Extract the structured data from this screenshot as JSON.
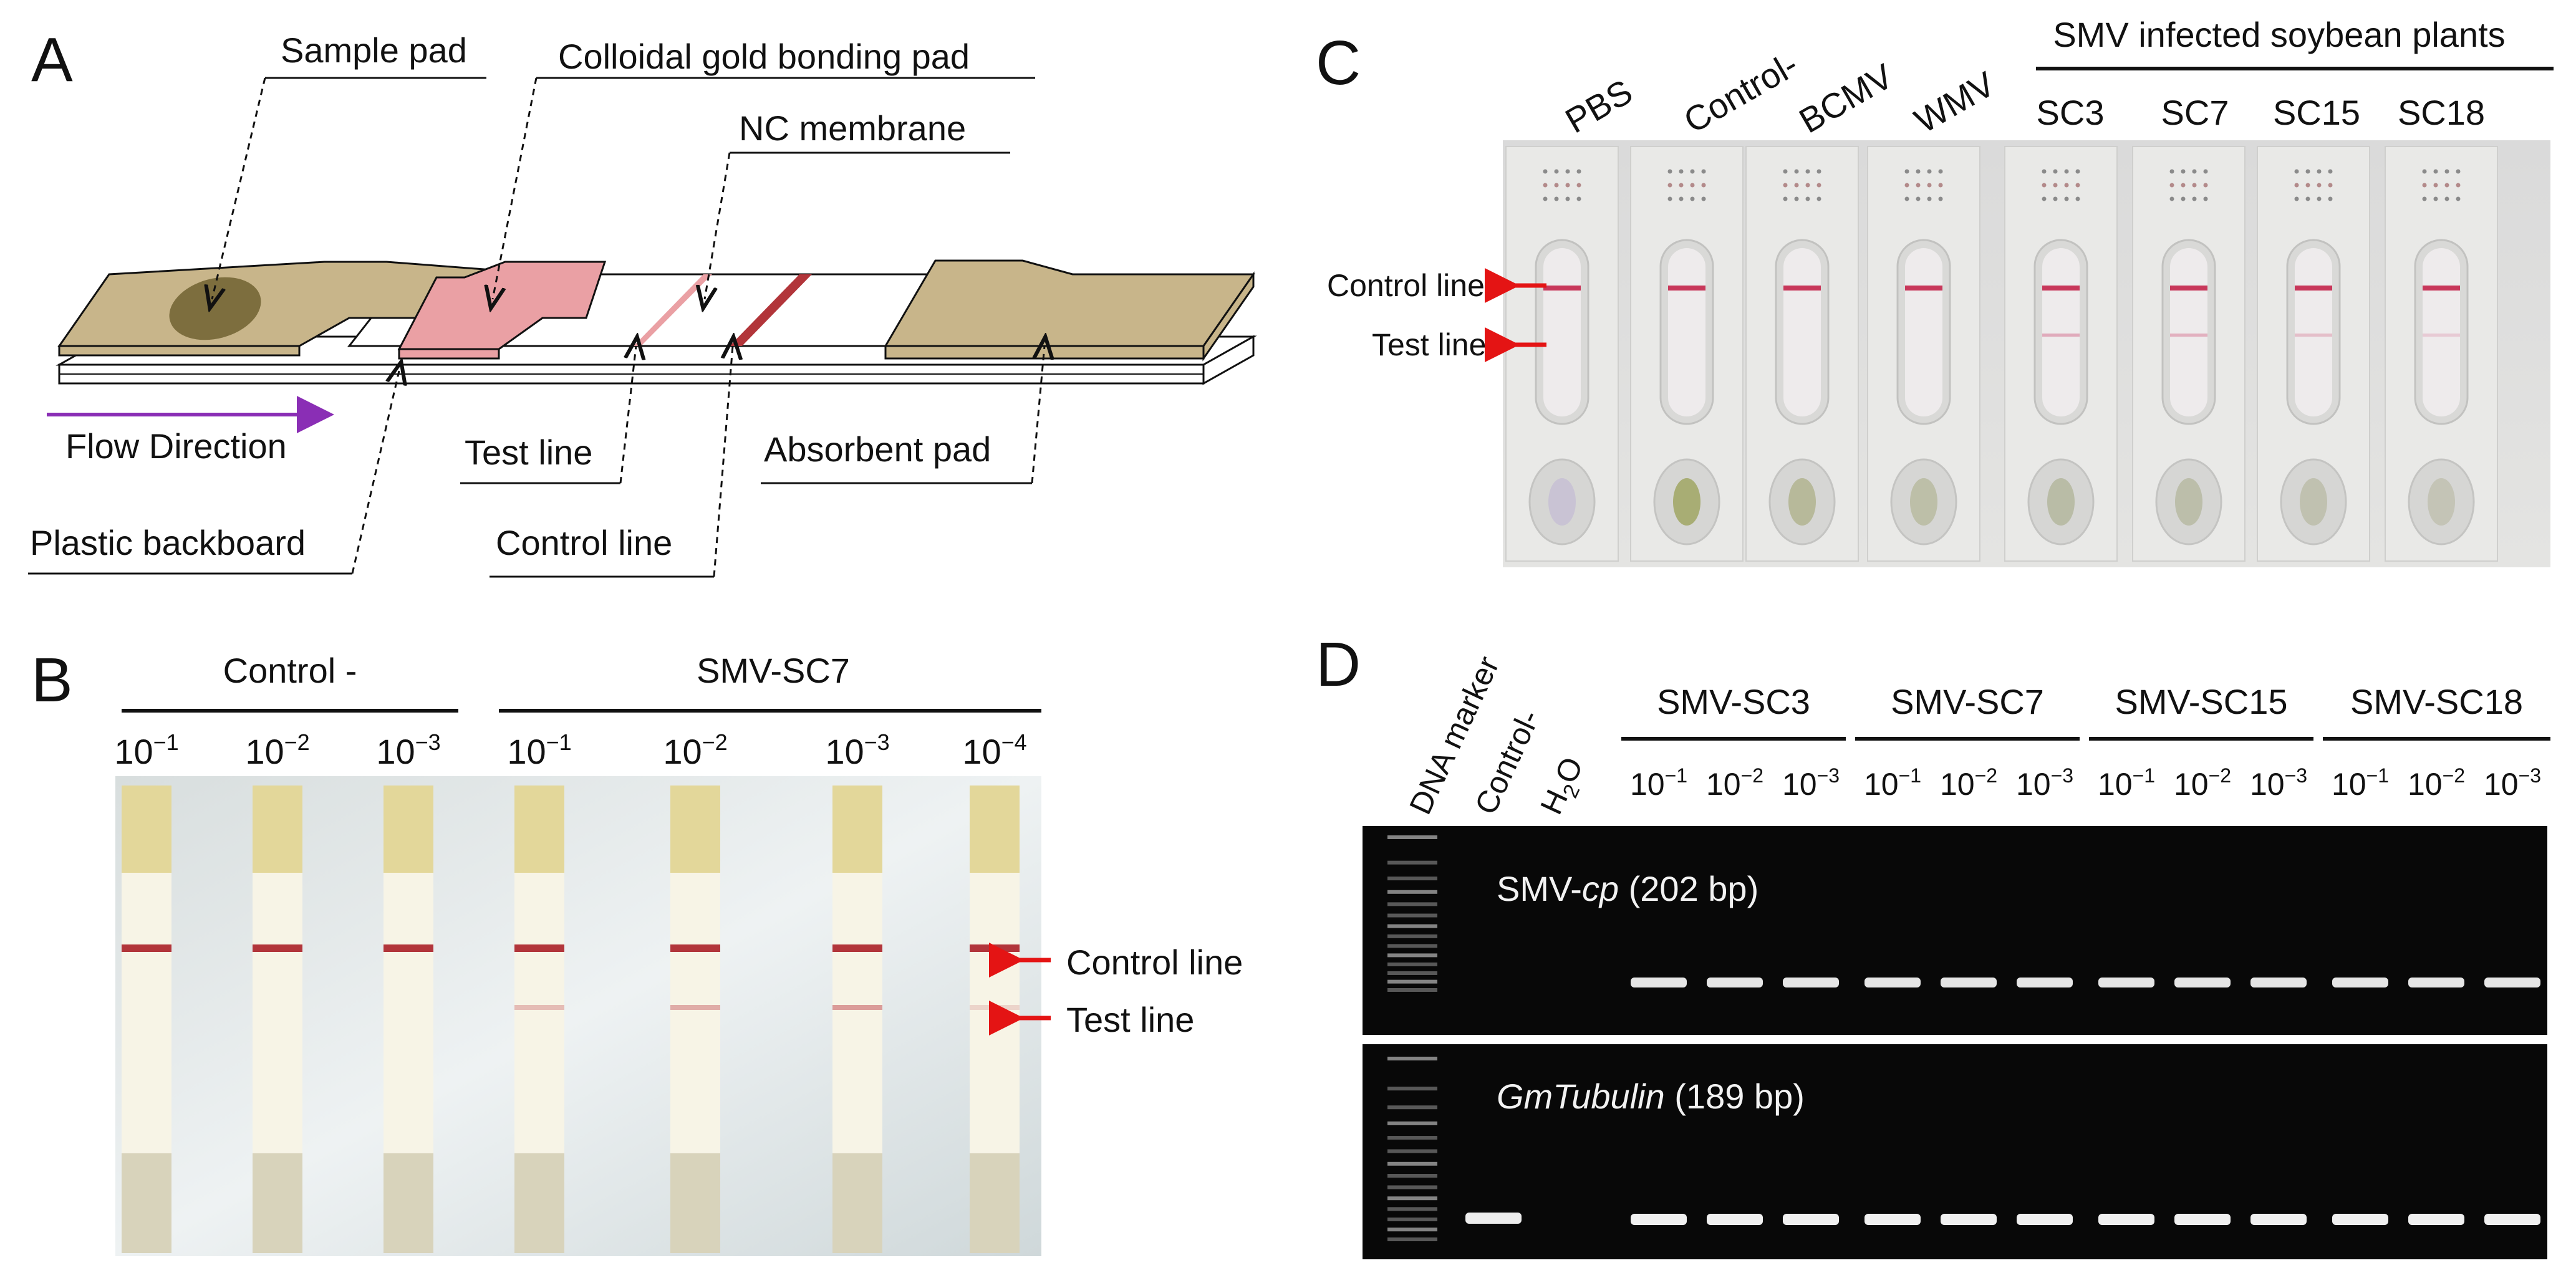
{
  "panels": {
    "a": {
      "letter": "A",
      "sample_pad": "Sample pad",
      "colloidal_gold": "Colloidal gold bonding pad",
      "nc_membrane": "NC membrane",
      "flow_direction": "Flow Direction",
      "test_line": "Test line",
      "absorbent_pad": "Absorbent pad",
      "plastic_backboard": "Plastic backboard",
      "control_line": "Control line"
    },
    "b": {
      "letter": "B",
      "group_control": "Control -",
      "group_smv": "SMV-SC7",
      "dilutions": [
        "10",
        "10",
        "10",
        "10",
        "10",
        "10",
        "10"
      ],
      "exponents": [
        "−1",
        "−2",
        "−3",
        "−1",
        "−2",
        "−3",
        "−4"
      ],
      "control_line": "Control line",
      "test_line": "Test line"
    },
    "c": {
      "letter": "C",
      "lanes": [
        "PBS",
        "Control-",
        "BCMV",
        "WMV"
      ],
      "group_label": "SMV infected soybean plants",
      "smv_lanes": [
        "SC3",
        "SC7",
        "SC15",
        "SC18"
      ],
      "control_line": "Control line",
      "test_line": "Test line"
    },
    "d": {
      "letter": "D",
      "dna_marker": "DNA marker",
      "control": "Control-",
      "h2o_h": "H",
      "h2o_sub": "2",
      "h2o_o": "O",
      "groups": [
        "SMV-SC3",
        "SMV-SC7",
        "SMV-SC15",
        "SMV-SC18"
      ],
      "dilution_base": "10",
      "dilution_exponents": [
        "−1",
        "−2",
        "−3"
      ],
      "gel1_label_prefix": "SMV-",
      "gel1_label_italic": "cp",
      "gel1_label_suffix": " (202 bp)",
      "gel2_label_italic": "GmTubulin",
      "gel2_label_suffix": " (189 bp)"
    }
  },
  "colors": {
    "pad_tan": "#c8b58a",
    "conjugate_pink": "#eaa0a4",
    "control_red": "#b2353a",
    "flow_arrow": "#8a2eb5",
    "arrow_red": "#e41414",
    "gel_bg": "#080808"
  }
}
